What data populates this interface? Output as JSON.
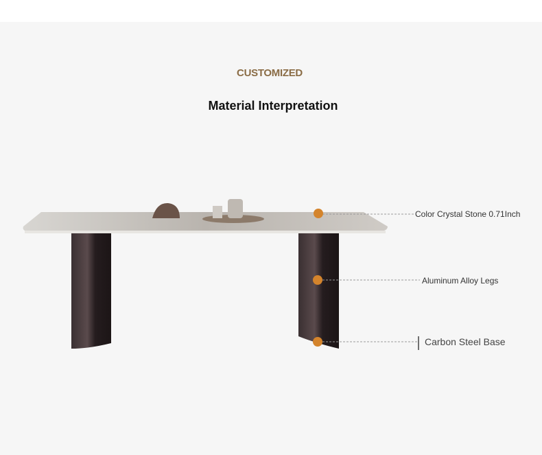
{
  "header": {
    "kicker": "CUSTOMIZED",
    "title": "Material Interpretation"
  },
  "callouts": [
    {
      "label": "Color Crystal Stone 0.71Inch"
    },
    {
      "label": "Aluminum Alloy Legs"
    },
    {
      "label": "Carbon Steel Base"
    }
  ],
  "colors": {
    "accent": "#d4842c",
    "kicker": "#8a6c45",
    "legs": "#2a2022"
  }
}
